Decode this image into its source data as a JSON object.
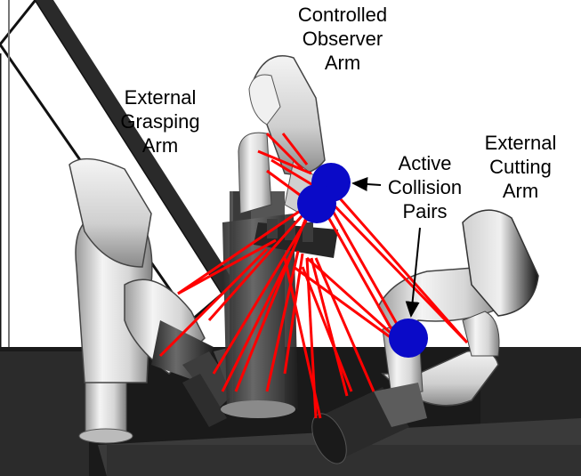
{
  "labels": {
    "observer": {
      "lines": [
        "Controlled",
        "Observer",
        "Arm"
      ]
    },
    "grasping": {
      "lines": [
        "External",
        "Grasping",
        "Arm"
      ]
    },
    "collision": {
      "lines": [
        "Active",
        "Collision",
        "Pairs"
      ]
    },
    "cutting": {
      "lines": [
        "External",
        "Cutting",
        "Arm"
      ]
    }
  },
  "colors": {
    "collision_line": "#ff0000",
    "collision_sphere": "#0a0ac8",
    "robot_body": "#e4e4e4",
    "table": "#1a1a1a"
  }
}
